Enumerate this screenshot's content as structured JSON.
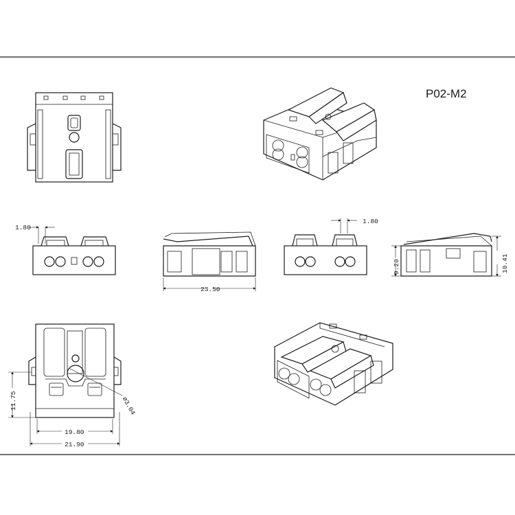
{
  "title": "P02-M2",
  "dimensions": {
    "side_offset_left": "1.80",
    "side_offset_right": "1.80",
    "overall_length": "23.50",
    "body_height": "9.20",
    "overall_height": "10.41",
    "front_height": "11.75",
    "inner_width": "19.80",
    "overall_width": "21.90",
    "hole_diameter": "∅3.04"
  },
  "colors": {
    "line": "#1a1a1a",
    "background": "#ffffff"
  }
}
